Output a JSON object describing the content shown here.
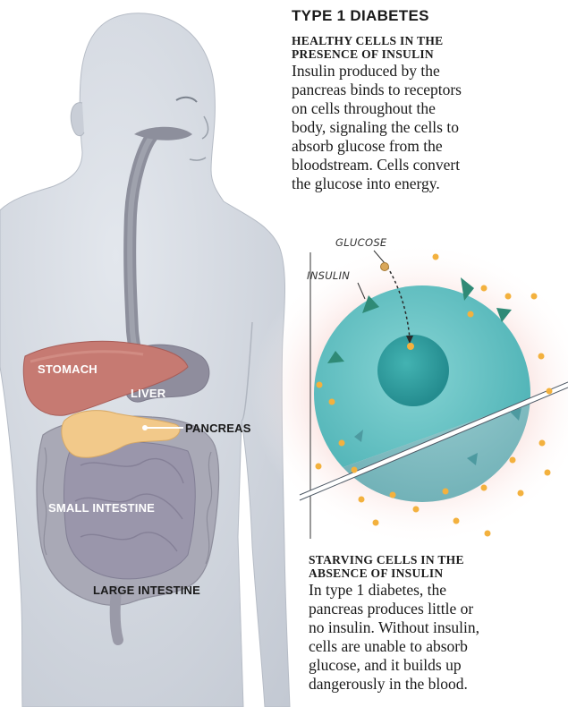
{
  "title": "TYPE 1 DIABETES",
  "healthy": {
    "heading_line1": "HEALTHY CELLS IN THE",
    "heading_line2": "PRESENCE OF INSULIN",
    "body": [
      "Insulin produced by the",
      "pancreas binds to receptors",
      "on cells throughout the",
      "body, signaling the cells to",
      "absorb glucose from the",
      "bloodstream. Cells convert",
      "the glucose into energy."
    ]
  },
  "starving": {
    "heading_line1": "STARVING CELLS IN THE",
    "heading_line2": "ABSENCE OF INSULIN",
    "body": [
      "In type 1 diabetes, the",
      "pancreas produces little or",
      "no insulin. Without insulin,",
      "cells are unable to absorb",
      "glucose, and it builds up",
      "dangerously in the blood."
    ]
  },
  "organs": {
    "stomach": "STOMACH",
    "liver": "LIVER",
    "pancreas": "PANCREAS",
    "small_intestine": "SMALL INTESTINE",
    "large_intestine": "LARGE INTESTINE"
  },
  "cell_labels": {
    "glucose": "GLUCOSE",
    "insulin": "INSULIN"
  },
  "colors": {
    "body_fill": "#d3d8e0",
    "stomach": "#c67a72",
    "liver": "#8a8a9a",
    "pancreas": "#f2c98a",
    "intestine": "#a9a9b6",
    "cell": "#5fbfc2",
    "nucleus": "#2c9c9e",
    "glucose": "#f3b13e",
    "insulin": "#3a9a7a",
    "blood_glow": "#f4b7b0"
  }
}
